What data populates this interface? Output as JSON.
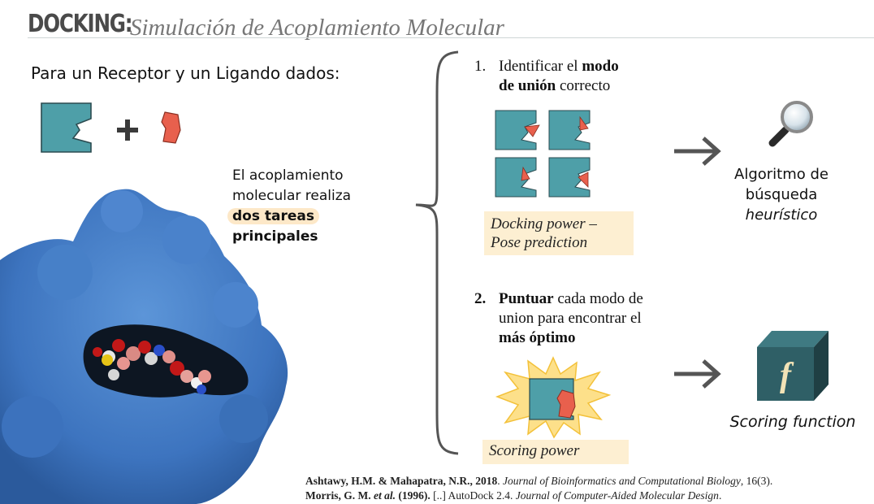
{
  "title": {
    "main": "DOCKING:",
    "subtitle": "Simulación de Acoplamiento Molecular"
  },
  "intro": "Para un Receptor y un Ligando dados:",
  "description": {
    "line1": "El acoplamiento",
    "line2": "molecular realiza",
    "highlight": "dos tareas",
    "line4": "principales"
  },
  "task1": {
    "number": "1.",
    "text_a": "Identificar el ",
    "bold_a": "modo",
    "bold_b": "de unión",
    "text_b": " correcto",
    "note_line1": "Docking power –",
    "note_line2": "Pose prediction"
  },
  "task2": {
    "number": "2.",
    "bold_a": "Puntuar",
    "text_a": " cada modo de",
    "text_b": "union para encontrar el",
    "bold_b": "más óptimo",
    "note": "Scoring power"
  },
  "search": {
    "line1": "Algoritmo de",
    "line2": "búsqueda",
    "line3": "heurístico"
  },
  "scoring": {
    "label": "Scoring function",
    "symbol": "f"
  },
  "references": {
    "ref1_authors": "Ashtawy, H.M. & Mahapatra, N.R., 2018",
    "ref1_sep": ". ",
    "ref1_journal": "Journal of Bioinformatics and Computational Biology",
    "ref1_rest": ", 16(3).",
    "ref2_authors_a": "Morris, G. M. ",
    "ref2_etal": "et al.",
    "ref2_year": " (1996).",
    "ref2_mid": " [..] AutoDock 2.4. ",
    "ref2_journal": "Journal of Computer-Aided Molecular Design",
    "ref2_end": "."
  },
  "colors": {
    "receptor": "#4e9fa8",
    "ligand": "#e8604d",
    "protein": "#3f78c0",
    "cube": "#2f5f66",
    "highlight": "#fde8c8",
    "note": "#fdefd2"
  },
  "icons": {
    "plus": "plus-icon",
    "arrow": "arrow-right-icon",
    "search": "magnifier-icon",
    "function": "function-cube-icon"
  }
}
